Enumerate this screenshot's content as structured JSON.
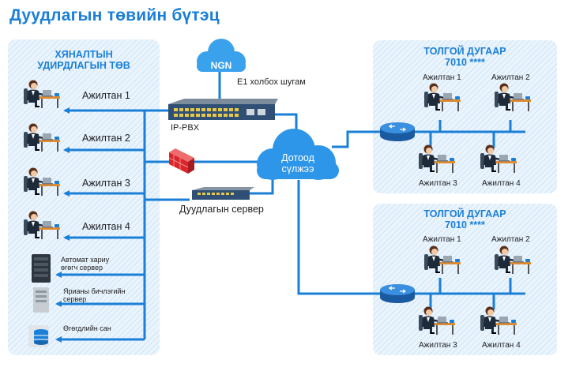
{
  "title": "Дуудлагын төвийн бүтэц",
  "left_panel": {
    "title_line1": "ХЯНАЛТЫН",
    "title_line2": "УДИРДЛАГЫН ТӨВ",
    "employees": [
      "Ажилтан 1",
      "Ажилтан 2",
      "Ажилтан 3",
      "Ажилтан 4"
    ],
    "servers": [
      {
        "line1": "Автомат хариу",
        "line2": "өгөгч сервер",
        "icon": "server-rack-icon"
      },
      {
        "line1": "Ярианы бичлэгийн",
        "line2": "сервер",
        "icon": "recording-server-icon"
      },
      {
        "line1": "Өгөгдлийн сан",
        "line2": "",
        "icon": "database-icon"
      }
    ]
  },
  "network": {
    "ngn_label": "NGN",
    "e1_label": "E1 холбох шугам",
    "pbx_label": "IP-PBX",
    "lan_line1": "Дотоод",
    "lan_line2": "сүлжээ",
    "call_server_label": "Дуудлагын сервер"
  },
  "right_panels": [
    {
      "title_line1": "ТОЛГОЙ ДУГААР",
      "title_line2": "7010 ****",
      "employees": [
        "Ажилтан 1",
        "Ажилтан 2",
        "Ажилтан 3",
        "Ажилтан 4"
      ]
    },
    {
      "title_line1": "ТОЛГОЙ ДУГААР",
      "title_line2": "7010 ****",
      "employees": [
        "Ажилтан 1",
        "Ажилтан 2",
        "Ажилтан 3",
        "Ажилтан 4"
      ]
    }
  ],
  "colors": {
    "accent": "#1a7fd6",
    "line": "#1a7fd6",
    "firewall": "#d9262b",
    "panel": "#eaf4fd"
  }
}
